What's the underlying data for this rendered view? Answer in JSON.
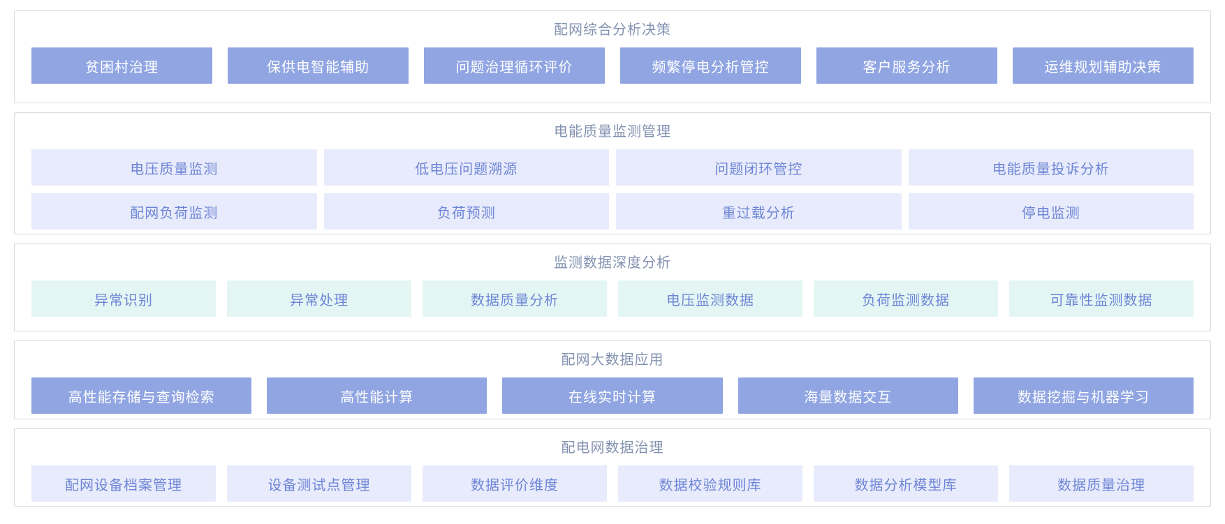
{
  "page": {
    "background": "#ffffff"
  },
  "colors": {
    "panel_border": "#d5d9e0",
    "section_title_text": "#8392b0",
    "solid_tile_bg": "#90a5e2",
    "solid_tile_text": "#ffffff",
    "lavender_tile_bg": "#e8ebfb",
    "mint_tile_bg": "#e4f6f4",
    "light_tile_text": "#6d85d6"
  },
  "sections": [
    {
      "title": "配网综合分析决策",
      "style": "solid",
      "rows": [
        [
          "贫困村治理",
          "保供电智能辅助",
          "问题治理循环评价",
          "频繁停电分析管控",
          "客户服务分析",
          "运维规划辅助决策"
        ]
      ]
    },
    {
      "title": "电能质量监测管理",
      "style": "lavender",
      "rows": [
        [
          "电压质量监测",
          "低电压问题溯源",
          "问题闭环管控",
          "电能质量投诉分析"
        ],
        [
          "配网负荷监测",
          "负荷预测",
          "重过载分析",
          "停电监测"
        ]
      ]
    },
    {
      "title": "监测数据深度分析",
      "style": "mint",
      "rows": [
        [
          "异常识别",
          "异常处理",
          "数据质量分析",
          "电压监测数据",
          "负荷监测数据",
          "可靠性监测数据"
        ]
      ]
    },
    {
      "title": "配网大数据应用",
      "style": "solid",
      "rows": [
        [
          "高性能存储与查询检索",
          "高性能计算",
          "在线实时计算",
          "海量数据交互",
          "数据挖掘与机器学习"
        ]
      ]
    },
    {
      "title": "配电网数据治理",
      "style": "lavender",
      "rows": [
        [
          "配网设备档案管理",
          "设备测试点管理",
          "数据评价维度",
          "数据校验规则库",
          "数据分析模型库",
          "数据质量治理"
        ]
      ]
    }
  ]
}
